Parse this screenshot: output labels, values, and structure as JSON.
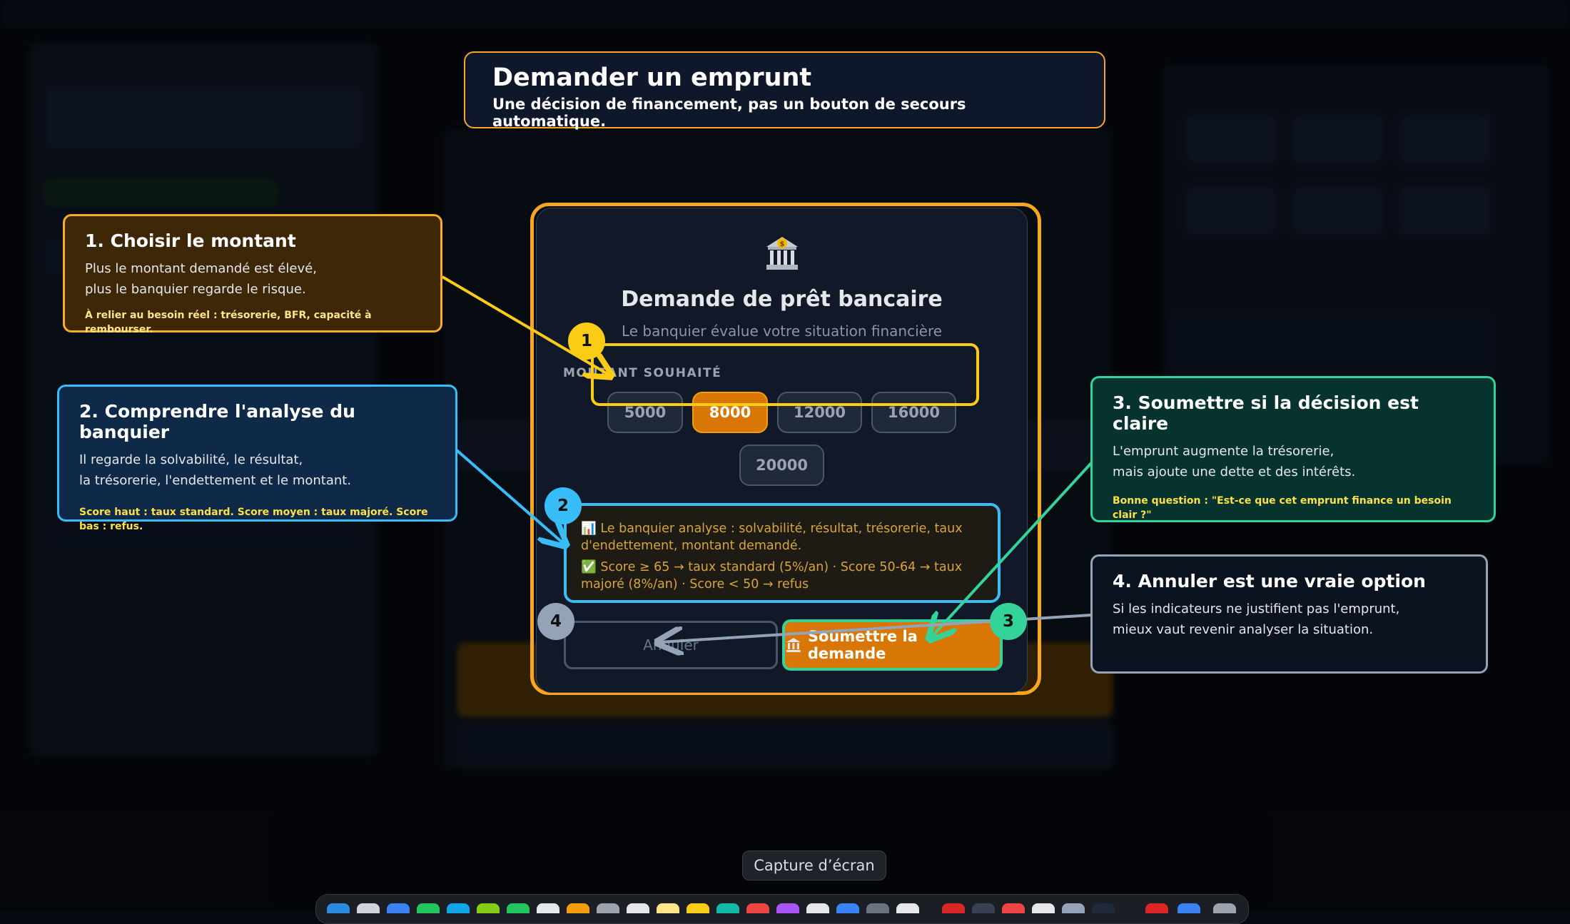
{
  "title_card": {
    "title": "Demander un emprunt",
    "subtitle": "Une décision de financement, pas un bouton de secours automatique."
  },
  "modal": {
    "icon": "bank-icon",
    "title": "Demande de prêt bancaire",
    "subtitle": "Le banquier évalue votre situation financière",
    "amount_label": "MONTANT SOUHAITÉ",
    "amounts": [
      "5000",
      "8000",
      "12000",
      "16000",
      "20000"
    ],
    "selected_amount": "8000",
    "analysis_line1": "📊 Le banquier analyse : solvabilité, résultat, trésorerie, taux d'endettement, montant demandé.",
    "analysis_line2": "✅ Score ≥ 65 → taux standard (5%/an) · Score 50-64 → taux majoré (8%/an) · Score < 50 → refus",
    "cancel_label": "Annuler",
    "submit_label": "Soumettre la demande",
    "submit_icon": "bank-icon"
  },
  "steps": [
    "1",
    "2",
    "3",
    "4"
  ],
  "callouts": [
    {
      "title": "1. Choisir le montant",
      "line1": "Plus le montant demandé est élevé,",
      "line2": "plus le banquier regarde le risque.",
      "note": "À relier au besoin réel : trésorerie, BFR, capacité à rembourser."
    },
    {
      "title": "2. Comprendre l'analyse du banquier",
      "line1": "Il regarde la solvabilité, le résultat,",
      "line2": "la trésorerie, l'endettement et le montant.",
      "note": "Score haut : taux standard. Score moyen : taux majoré. Score bas : refus."
    },
    {
      "title": "3. Soumettre si la décision est claire",
      "line1": "L'emprunt augmente la trésorerie,",
      "line2": "mais ajoute une dette et des intérêts.",
      "note": "Bonne question : \"Est-ce que cet emprunt finance un besoin clair ?\""
    },
    {
      "title": "4. Annuler est une vraie option",
      "line1": "Si les indicateurs ne justifient pas l'emprunt,",
      "line2": "mieux vaut revenir analyser la situation."
    }
  ],
  "tooltip": "Capture d’écran",
  "colors": {
    "accent_orange": "#f7a620",
    "step1_yellow": "#facc15",
    "step2_blue": "#38bdf8",
    "step3_green": "#34d399",
    "step4_gray": "#94a3b8"
  }
}
